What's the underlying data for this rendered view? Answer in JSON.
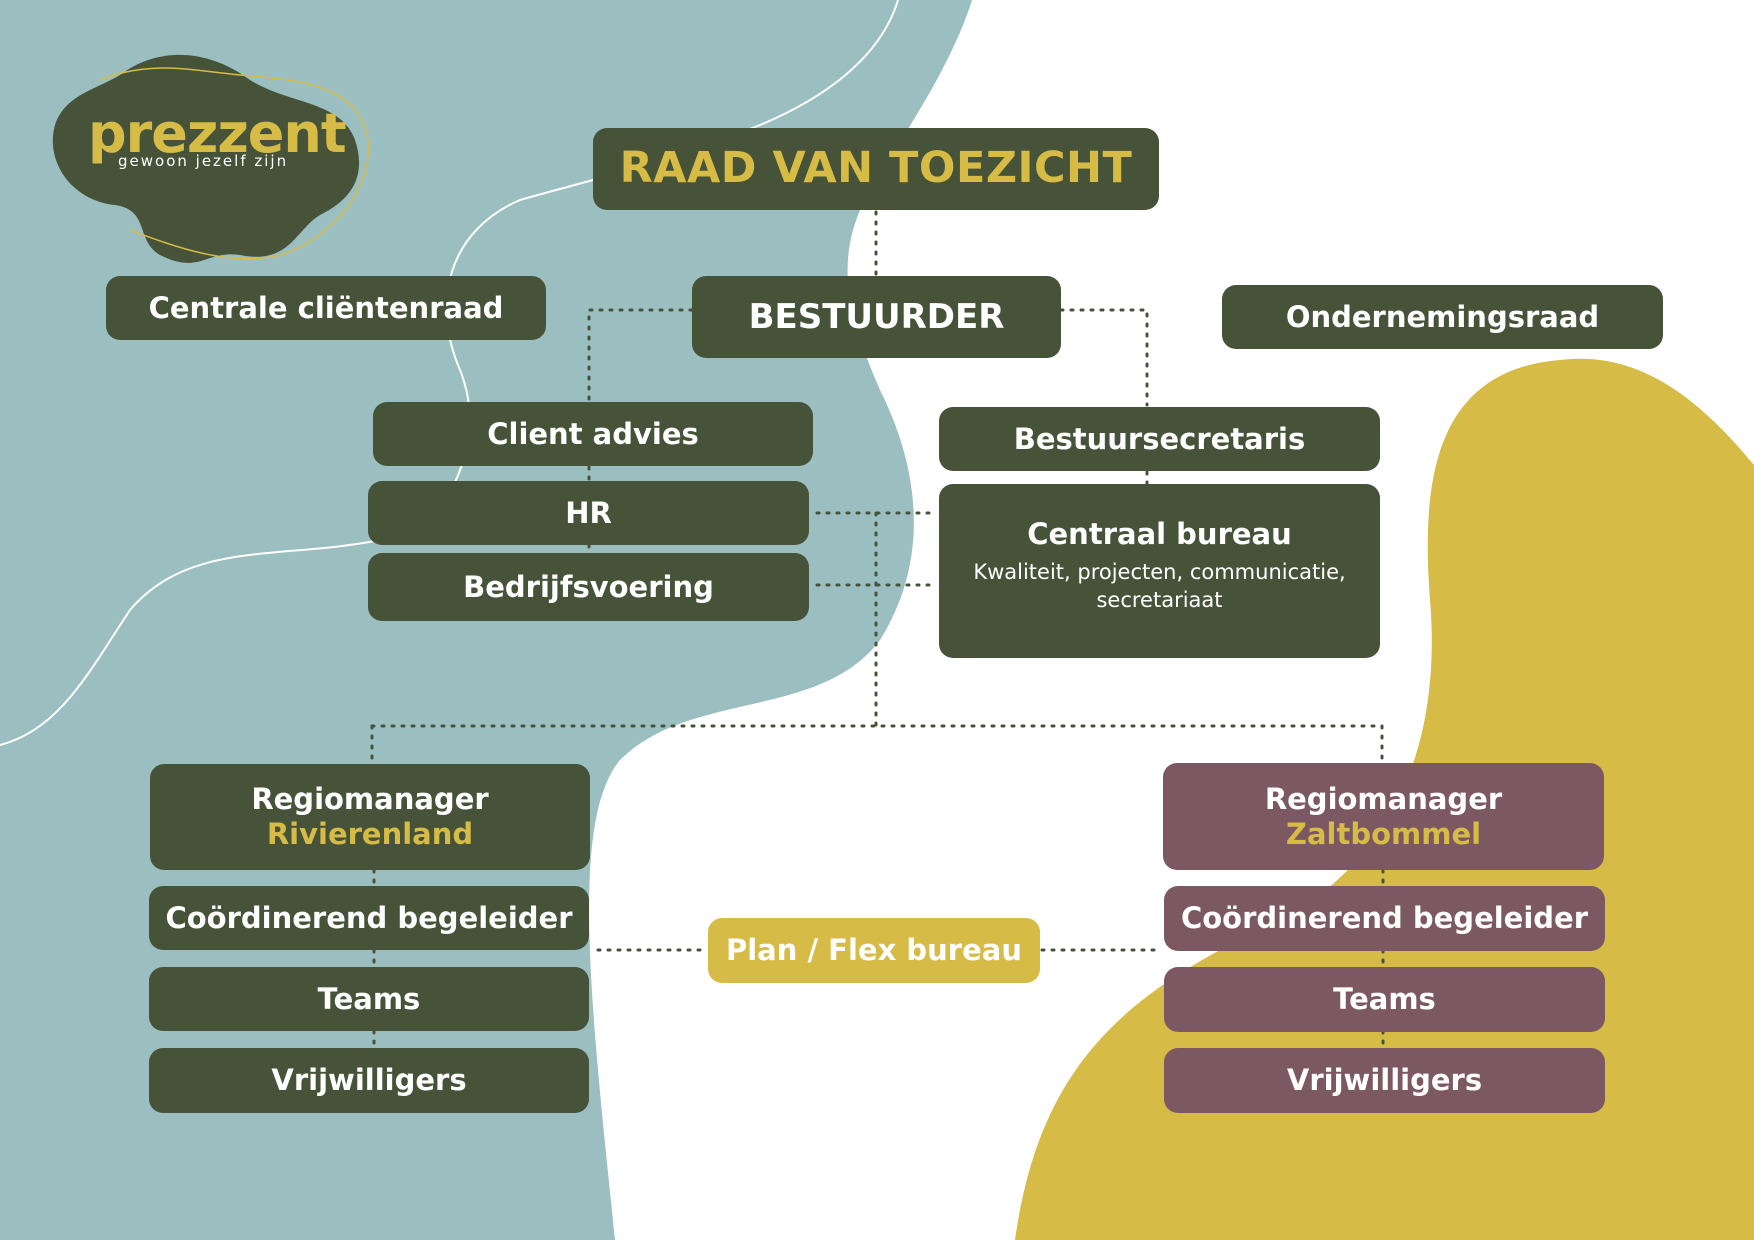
{
  "colors": {
    "dark_green": "#465339",
    "purple": "#7c5862",
    "mustard": "#d6bb47",
    "teal": "#9bbec1",
    "white": "#ffffff"
  },
  "logo": {
    "brand": "prezzent",
    "tagline": "gewoon jezelf zijn"
  },
  "boxes": {
    "raad": "RAAD VAN TOEZICHT",
    "bestuurder": "BESTUURDER",
    "clientenraad": "Centrale cliëntenraad",
    "ondernemingsraad": "Ondernemingsraad",
    "client_advies": "Client advies",
    "hr": "HR",
    "bedrijfsvoering": "Bedrijfsvoering",
    "bestuurssecretaris": "Bestuursecretaris",
    "centraal_bureau": {
      "title": "Centraal bureau",
      "subtitle": "Kwaliteit, projecten, communicatie, secretariaat"
    },
    "plan_flex": "Plan / Flex bureau"
  },
  "regions": {
    "left": {
      "role": "Regiomanager",
      "name": "Rivierenland",
      "items": [
        "Coördinerend begeleider",
        "Teams",
        "Vrijwilligers"
      ]
    },
    "right": {
      "role": "Regiomanager",
      "name": "Zaltbommel",
      "items": [
        "Coördinerend begeleider",
        "Teams",
        "Vrijwilligers"
      ]
    }
  }
}
